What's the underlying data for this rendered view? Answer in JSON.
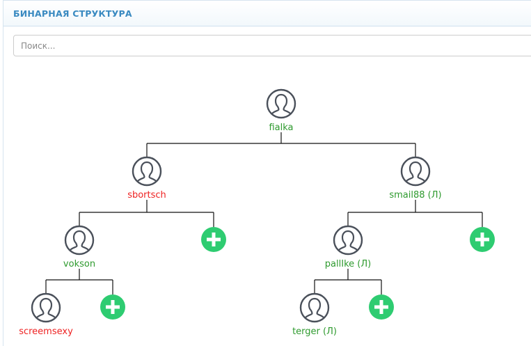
{
  "header": {
    "title": "БИНАРНАЯ СТРУКТУРА"
  },
  "search": {
    "placeholder": "Поиск...",
    "value": ""
  },
  "tree": {
    "root": {
      "name": "fialka",
      "status": "active"
    },
    "left": {
      "name": "sbortsch",
      "status": "inactive"
    },
    "right": {
      "name": "smail88 (Л)",
      "status": "active"
    },
    "left_left": {
      "name": "vokson",
      "status": "active"
    },
    "right_left": {
      "name": "pallIke (Л)",
      "status": "active"
    },
    "left_left_left": {
      "name": "screemsexy",
      "status": "inactive"
    },
    "right_left_left": {
      "name": "terger (Л)",
      "status": "active"
    }
  },
  "colors": {
    "active": "#2e9a2e",
    "inactive": "#e22222",
    "add": "#2ecc71",
    "title": "#3a8ac1"
  },
  "icons": {
    "user": "user-avatar-icon",
    "add": "plus-icon"
  }
}
